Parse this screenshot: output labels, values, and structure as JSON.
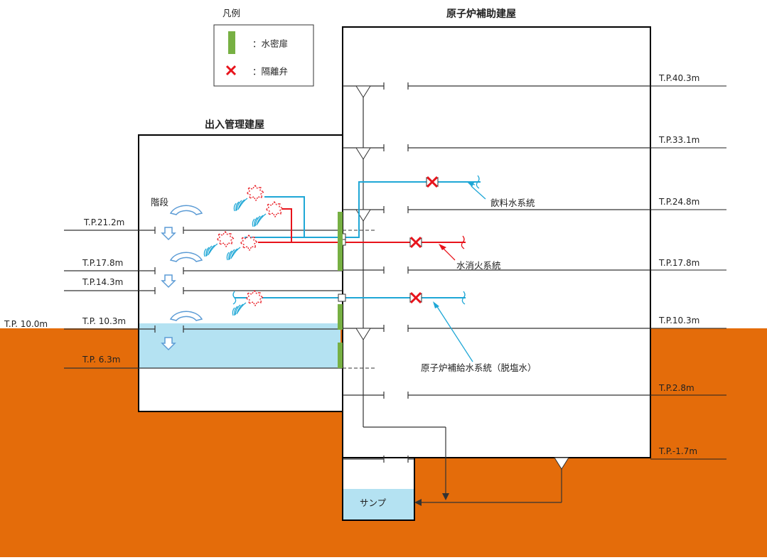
{
  "colors": {
    "ground": "#E46C0A",
    "water": "#B4E2F2",
    "potable_pipe": "#1FA7D6",
    "fire_pipe": "#E8131B",
    "watertight_door": "#77B043",
    "isolation_valve": "#E8131B",
    "wall": "#000000"
  },
  "buildings": {
    "auxiliary": "原子炉補助建屋",
    "access_control": "出入管理建屋",
    "sump": "サンプ"
  },
  "legend": {
    "title": "凡例",
    "door_label": "：水密扉",
    "valve_label": "：隔離弁"
  },
  "labels": {
    "stairs": "階段",
    "potable_water": "飲料水系統",
    "fire_water": "水消火系統",
    "makeup_water": "原子炉補給水系統（脱塩水）"
  },
  "levels_right": [
    "T.P.40.3m",
    "T.P.33.1m",
    "T.P.24.8m",
    "T.P.17.8m",
    "T.P.10.3m",
    "T.P.2.8m",
    "T.P.-1.7m"
  ],
  "levels_left": [
    "T.P.21.2m",
    "T.P.17.8m",
    "T.P.14.3m",
    "T.P. 10.3m",
    "T.P. 6.3m"
  ],
  "ground_level": "T.P. 10.0m",
  "icons": [
    "watertight-door-icon",
    "isolation-valve-icon",
    "stairs-arrow-icon",
    "down-arrow-icon",
    "pipe-break-icon",
    "floor-drain-icon"
  ]
}
